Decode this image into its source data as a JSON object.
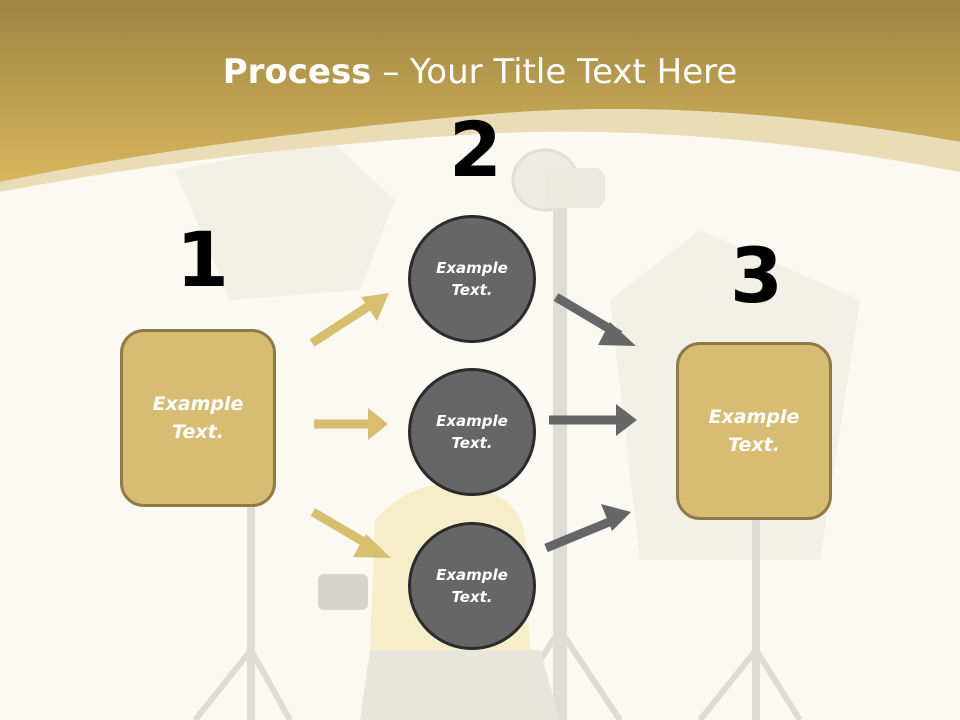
{
  "title": {
    "bold": "Process",
    "rest": " – Your Title Text Here"
  },
  "steps": {
    "one": {
      "number": "1",
      "label": "Example Text."
    },
    "two": {
      "number": "2"
    },
    "three": {
      "number": "3",
      "label": "Example Text."
    }
  },
  "circles": [
    {
      "label": "Example Text."
    },
    {
      "label": "Example Text."
    },
    {
      "label": "Example Text."
    }
  ],
  "colors": {
    "header_gold": "#d4b462",
    "box_fill": "#d7bc73",
    "box_border": "#8e7a45",
    "circle_fill": "#666666",
    "circle_border": "#2b2b2b",
    "arrow_gold": "#d8bf70",
    "arrow_gray": "#666666"
  }
}
